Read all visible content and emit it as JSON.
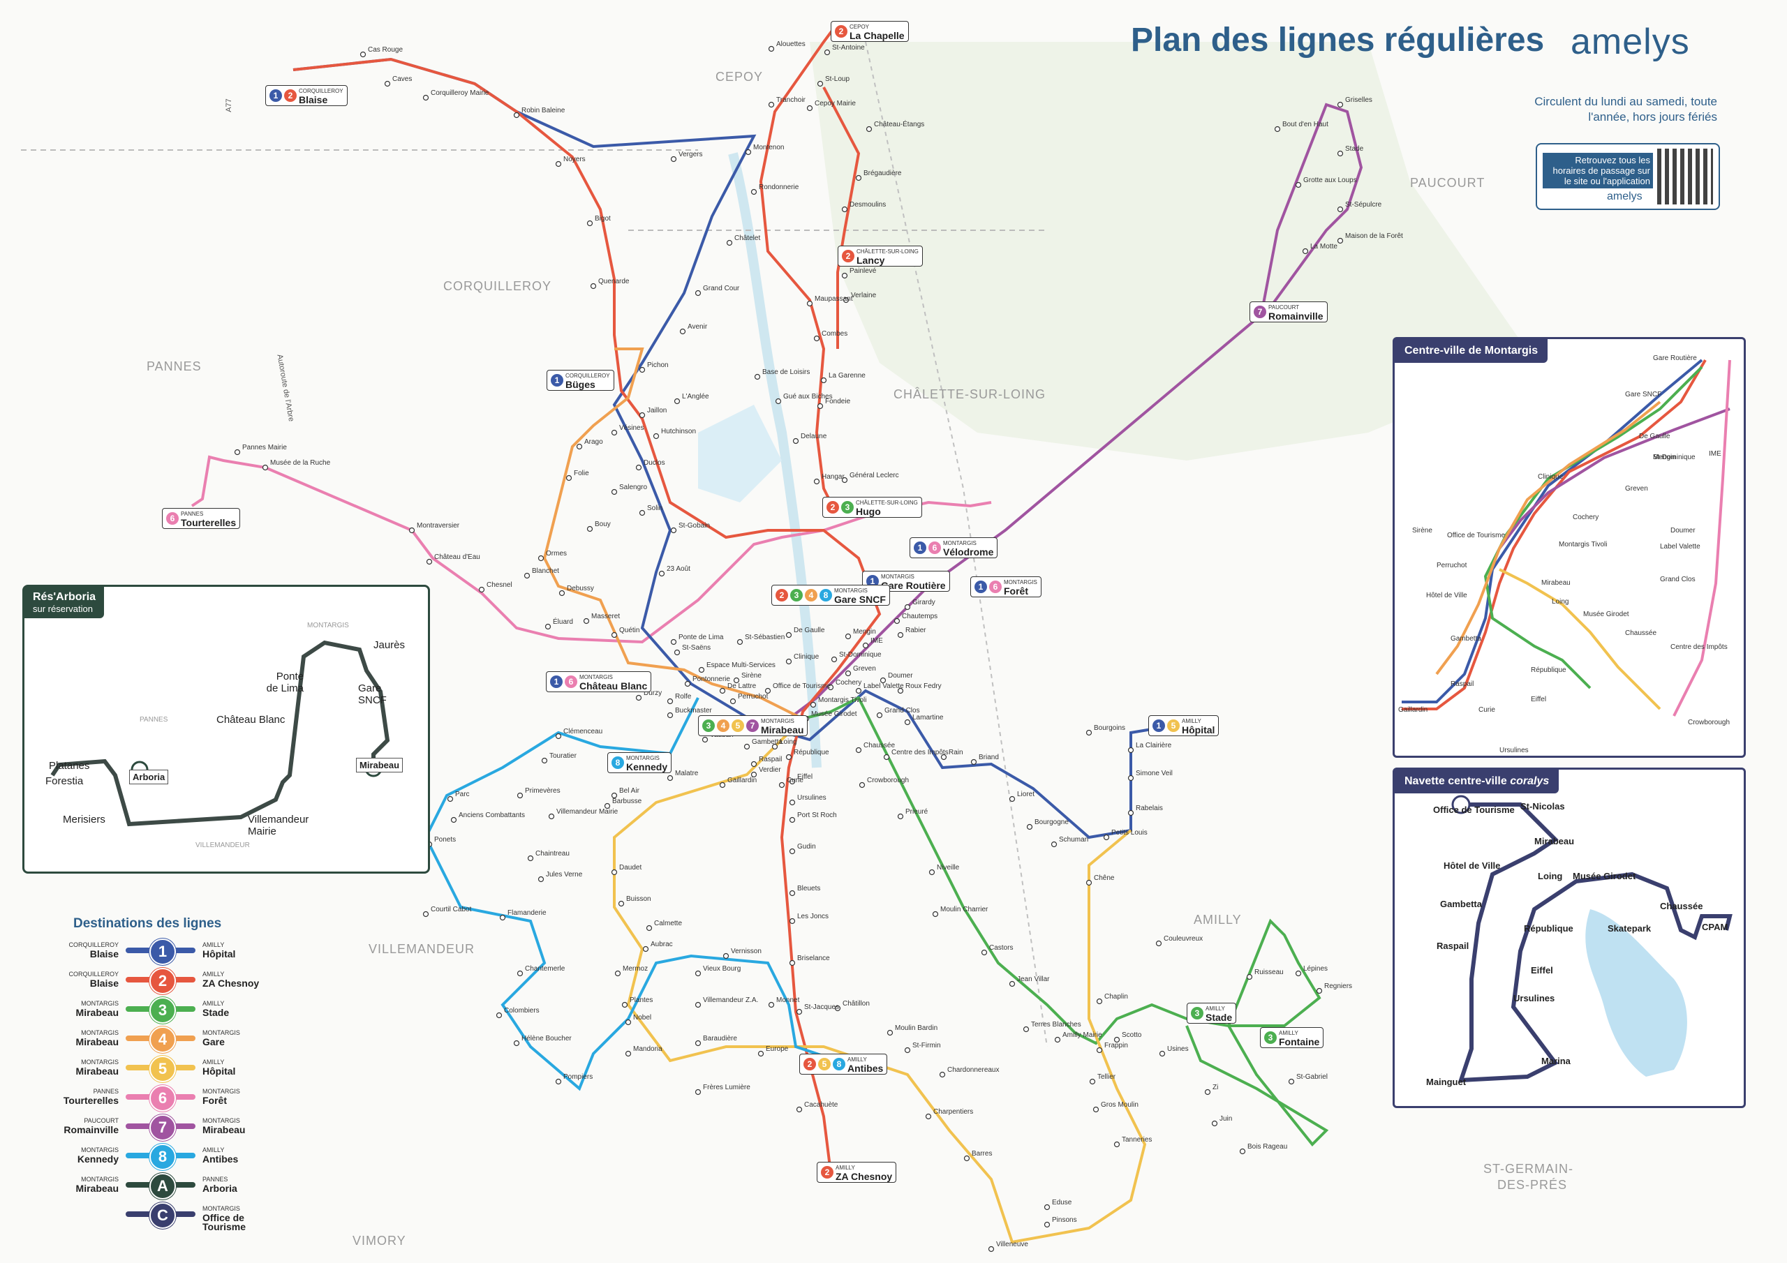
{
  "header": {
    "title": "Plan des lignes régulières",
    "brand": "amelys",
    "subtitle": "Circulent du lundi au samedi, toute l'année, hors jours fériés",
    "qr_text": "Retrouvez tous les horaires de passage sur le site ou l'application",
    "qr_brand": "amelys"
  },
  "colors": {
    "l1": "#3b5aa8",
    "l2": "#e6573f",
    "l3": "#4caf50",
    "l4": "#f0a050",
    "l5": "#f1c24f",
    "l6": "#ea7fb0",
    "l7": "#a054a0",
    "l8": "#29a8e0",
    "lA": "#2d4a3e",
    "lC": "#3a3f6e"
  },
  "areas": [
    {
      "label": "CEPOY"
    },
    {
      "label": "CORQUILLEROY"
    },
    {
      "label": "PANNES"
    },
    {
      "label": "CHÂLETTE-SUR-LOING"
    },
    {
      "label": "PAUCOURT"
    },
    {
      "label": "VILLEMANDEUR"
    },
    {
      "label": "AMILLY"
    },
    {
      "label": "ST-GERMAIN-"
    },
    {
      "label": "DES-PRÉS"
    },
    {
      "label": "VIMORY"
    }
  ],
  "stops": [
    "Cas Rouge",
    "Caves",
    "Corquilleroy Mairie",
    "Robin Baleine",
    "Noyers",
    "Vergers",
    "Montenon",
    "Rondonnerie",
    "Bigot",
    "Châtelet",
    "Quenarde",
    "Grand Cour",
    "Avenir",
    "Pichon",
    "Alouettes",
    "St-Antoine",
    "St-Loup",
    "Tranchoir",
    "Cepoy Mairie",
    "Château-Étangs",
    "Brégaudière",
    "Desmoulins",
    "Painlevé",
    "Verlaine",
    "Maupassant",
    "Combes",
    "La Garenne",
    "Fondeie",
    "Delaune",
    "Hangar",
    "Général Leclerc",
    "Base de Loisirs",
    "Gué aux Biches",
    "L'Anglée",
    "Jaillon",
    "Hutchinson",
    "Vésines",
    "Arago",
    "Folie",
    "Duclos",
    "Salengro",
    "Solin",
    "Bouy",
    "St-Gobain",
    "Ormes",
    "Blanchet",
    "23 Août",
    "Debussy",
    "Éluard",
    "Masseret",
    "Quétin",
    "Ponte de Lima",
    "St-Sébastien",
    "St-Saëns",
    "Espace Multi-Services",
    "De Gaulle",
    "Mengin",
    "St-Dominique",
    "Clinique",
    "Sirène",
    "Office de Tourisme",
    "De Lattre",
    "Perruchot",
    "Pontonnerie",
    "Buckmaster",
    "Durzy",
    "Rolfe",
    "Greven",
    "Cochery",
    "Montargis Tivoli",
    "Label Valette",
    "Doumer",
    "Musée Girodet",
    "Grand Clos",
    "Roux Fedry",
    "Lamartine",
    "Chautemps",
    "Rabier",
    "Girardy",
    "IME",
    "Vauban",
    "Gambetta",
    "Loing",
    "République",
    "Raspail",
    "Verdier",
    "Curie",
    "Eiffel",
    "Chaussée",
    "Centre des Impôts",
    "Crowborough",
    "Prieuré",
    "Rain",
    "Briand",
    "Lioret",
    "Bourgogne",
    "Schuman",
    "Petits Louis",
    "Rabelais",
    "Simone Veil",
    "La Clairière",
    "Bourgoins",
    "Ursulines",
    "Port St Roch",
    "Gudin",
    "Bleuets",
    "Les Joncs",
    "Briselance",
    "Gaillardin",
    "Malatre",
    "Bel Air",
    "Barbusse",
    "Clémenceau",
    "Touratier",
    "Primevères",
    "Parc",
    "Anciens Combattants",
    "Villemandeur Mairie",
    "Ponets",
    "Chaintreau",
    "Jules Verne",
    "Daudet",
    "Buisson",
    "Courtil Cabot",
    "Flamanderie",
    "Calmette",
    "Aubrac",
    "Vernisson",
    "Vieux Bourg",
    "Mermoz",
    "Plantes",
    "Nobel",
    "Mandoria",
    "Villemandeur Z.A.",
    "Baraudière",
    "Frères Lumière",
    "Europe",
    "Monnet",
    "St-Jacques",
    "Châtillon",
    "Moulin Bardin",
    "St-Firmin",
    "Cacahuète",
    "Chantemerle",
    "Colombiers",
    "Hélène Boucher",
    "Pompiers",
    "Niveille",
    "Moulin Charrier",
    "Castors",
    "Jean Villar",
    "Terres Blanches",
    "Amilly Mairie",
    "Frappin",
    "Scotto",
    "Usines",
    "Chaplin",
    "Couleuvreux",
    "Chêne",
    "Tellier",
    "Gros Moulin",
    "Tanneries",
    "Eduse",
    "Pinsons",
    "Villeneuve",
    "Barres",
    "Charpentiers",
    "Chardonnereaux",
    "Zi",
    "Juin",
    "Bois Rageau",
    "St-Gabriel",
    "Ruisseau",
    "Lépines",
    "Regniers",
    "Bout d'en Haut",
    "Griselles",
    "Stade",
    "Grotte aux Loups",
    "St-Sépulcre",
    "Maison de la Forêt",
    "La Motte",
    "Pannes Mairie",
    "Musée de la Ruche",
    "Montraversier",
    "Château d'Eau",
    "Chesnel"
  ],
  "terminals": [
    {
      "lines": [
        "1",
        "2"
      ],
      "town": "CORQUILLEROY",
      "name": "Blaise"
    },
    {
      "lines": [
        "2"
      ],
      "town": "CEPOY",
      "name": "La Chapelle"
    },
    {
      "lines": [
        "2"
      ],
      "town": "CHÂLETTE-SUR-LOING",
      "name": "Lancy"
    },
    {
      "lines": [
        "1"
      ],
      "town": "CORQUILLEROY",
      "name": "Büges"
    },
    {
      "lines": [
        "7"
      ],
      "town": "PAUCOURT",
      "name": "Romainville"
    },
    {
      "lines": [
        "6"
      ],
      "town": "PANNES",
      "name": "Tourterelles"
    },
    {
      "lines": [
        "2",
        "3"
      ],
      "town": "CHÂLETTE-SUR-LOING",
      "name": "Hugo"
    },
    {
      "lines": [
        "1",
        "6"
      ],
      "town": "MONTARGIS",
      "name": "Vélodrome"
    },
    {
      "lines": [
        "1"
      ],
      "town": "MONTARGIS",
      "name": "Gare Routière"
    },
    {
      "lines": [
        "1",
        "6"
      ],
      "town": "MONTARGIS",
      "name": "Forêt"
    },
    {
      "lines": [
        "2",
        "3",
        "4",
        "8"
      ],
      "town": "MONTARGIS",
      "name": "Gare SNCF"
    },
    {
      "lines": [
        "1",
        "6"
      ],
      "town": "MONTARGIS",
      "name": "Château Blanc"
    },
    {
      "lines": [
        "3",
        "4",
        "5",
        "7"
      ],
      "town": "MONTARGIS",
      "name": "Mirabeau"
    },
    {
      "lines": [
        "8"
      ],
      "town": "MONTARGIS",
      "name": "Kennedy"
    },
    {
      "lines": [
        "1",
        "5"
      ],
      "town": "AMILLY",
      "name": "Hôpital"
    },
    {
      "lines": [
        "3"
      ],
      "town": "AMILLY",
      "name": "Stade"
    },
    {
      "lines": [
        "3"
      ],
      "town": "AMILLY",
      "name": "Fontaine"
    },
    {
      "lines": [
        "2",
        "5",
        "8"
      ],
      "town": "AMILLY",
      "name": "Antibes"
    },
    {
      "lines": [
        "2"
      ],
      "town": "AMILLY",
      "name": "ZA Chesnoy"
    }
  ],
  "arboria": {
    "title": "Rés'Arboria",
    "subtitle": "sur réservation",
    "labels": [
      "Jaurès",
      "Ponte de Lima",
      "Gare SNCF",
      "Château Blanc",
      "Mirabeau",
      "Arboria",
      "Platanes",
      "Forestia",
      "Merisiers",
      "Villemandeur Mairie"
    ],
    "small_labels": [
      "MONTARGIS",
      "PANNES",
      "VILLEMANDEUR"
    ],
    "terminal_town_arboria": "PANNES",
    "terminal_town_mirabeau": "MONTARGIS"
  },
  "centre_ville": {
    "title": "Centre-ville de Montargis",
    "labels": [
      "Gare Routière",
      "Gare SNCF",
      "De Gaulle",
      "Mengin",
      "St-Dominique",
      "IME",
      "Clinique",
      "Greven",
      "Cochery",
      "Montargis Tivoli",
      "Sirène",
      "Office de Tourisme",
      "Perruchot",
      "Doumer",
      "Label Valette",
      "Mirabeau",
      "Grand Clos",
      "Hôtel de Ville",
      "Loing",
      "Musée Girodet",
      "Chaussée",
      "Centre des Impôts",
      "Gambetta",
      "République",
      "Raspail",
      "Eiffel",
      "Gaillardin",
      "Curie",
      "Crowborough",
      "Ursulines"
    ]
  },
  "navette": {
    "title": "Navette centre-ville",
    "brand": "coralys",
    "labels": [
      "Office de Tourisme",
      "St-Nicolas",
      "Mirabeau",
      "Hôtel de Ville",
      "Loing",
      "Musée Girodet",
      "Chaussée",
      "CPAM",
      "Gambetta",
      "République",
      "Skatepark",
      "Raspail",
      "Eiffel",
      "Ursulines",
      "Marina",
      "Mainguet"
    ],
    "terminal_town": "MONTARGIS"
  },
  "legend": {
    "title": "Destinations des lignes",
    "rows": [
      {
        "line": "1",
        "from_town": "CORQUILLEROY",
        "from": "Blaise",
        "to_town": "AMILLY",
        "to": "Hôpital"
      },
      {
        "line": "2",
        "from_town": "CORQUILLEROY",
        "from": "Blaise",
        "to_town": "AMILLY",
        "to": "ZA Chesnoy"
      },
      {
        "line": "3",
        "from_town": "MONTARGIS",
        "from": "Mirabeau",
        "to_town": "AMILLY",
        "to": "Stade"
      },
      {
        "line": "4",
        "from_town": "MONTARGIS",
        "from": "Mirabeau",
        "to_town": "MONTARGIS",
        "to": "Gare"
      },
      {
        "line": "5",
        "from_town": "MONTARGIS",
        "from": "Mirabeau",
        "to_town": "AMILLY",
        "to": "Hôpital"
      },
      {
        "line": "6",
        "from_town": "PANNES",
        "from": "Tourterelles",
        "to_town": "MONTARGIS",
        "to": "Forêt"
      },
      {
        "line": "7",
        "from_town": "PAUCOURT",
        "from": "Romainville",
        "to_town": "MONTARGIS",
        "to": "Mirabeau"
      },
      {
        "line": "8",
        "from_town": "MONTARGIS",
        "from": "Kennedy",
        "to_town": "AMILLY",
        "to": "Antibes"
      },
      {
        "line": "A",
        "from_town": "MONTARGIS",
        "from": "Mirabeau",
        "to_town": "PANNES",
        "to": "Arboria"
      },
      {
        "line": "C",
        "from_town": "",
        "from": "",
        "to_town": "MONTARGIS",
        "to": "Office de Tourisme"
      }
    ]
  },
  "misc_labels": [
    "A77",
    "Autoroute de l'Arbre"
  ]
}
